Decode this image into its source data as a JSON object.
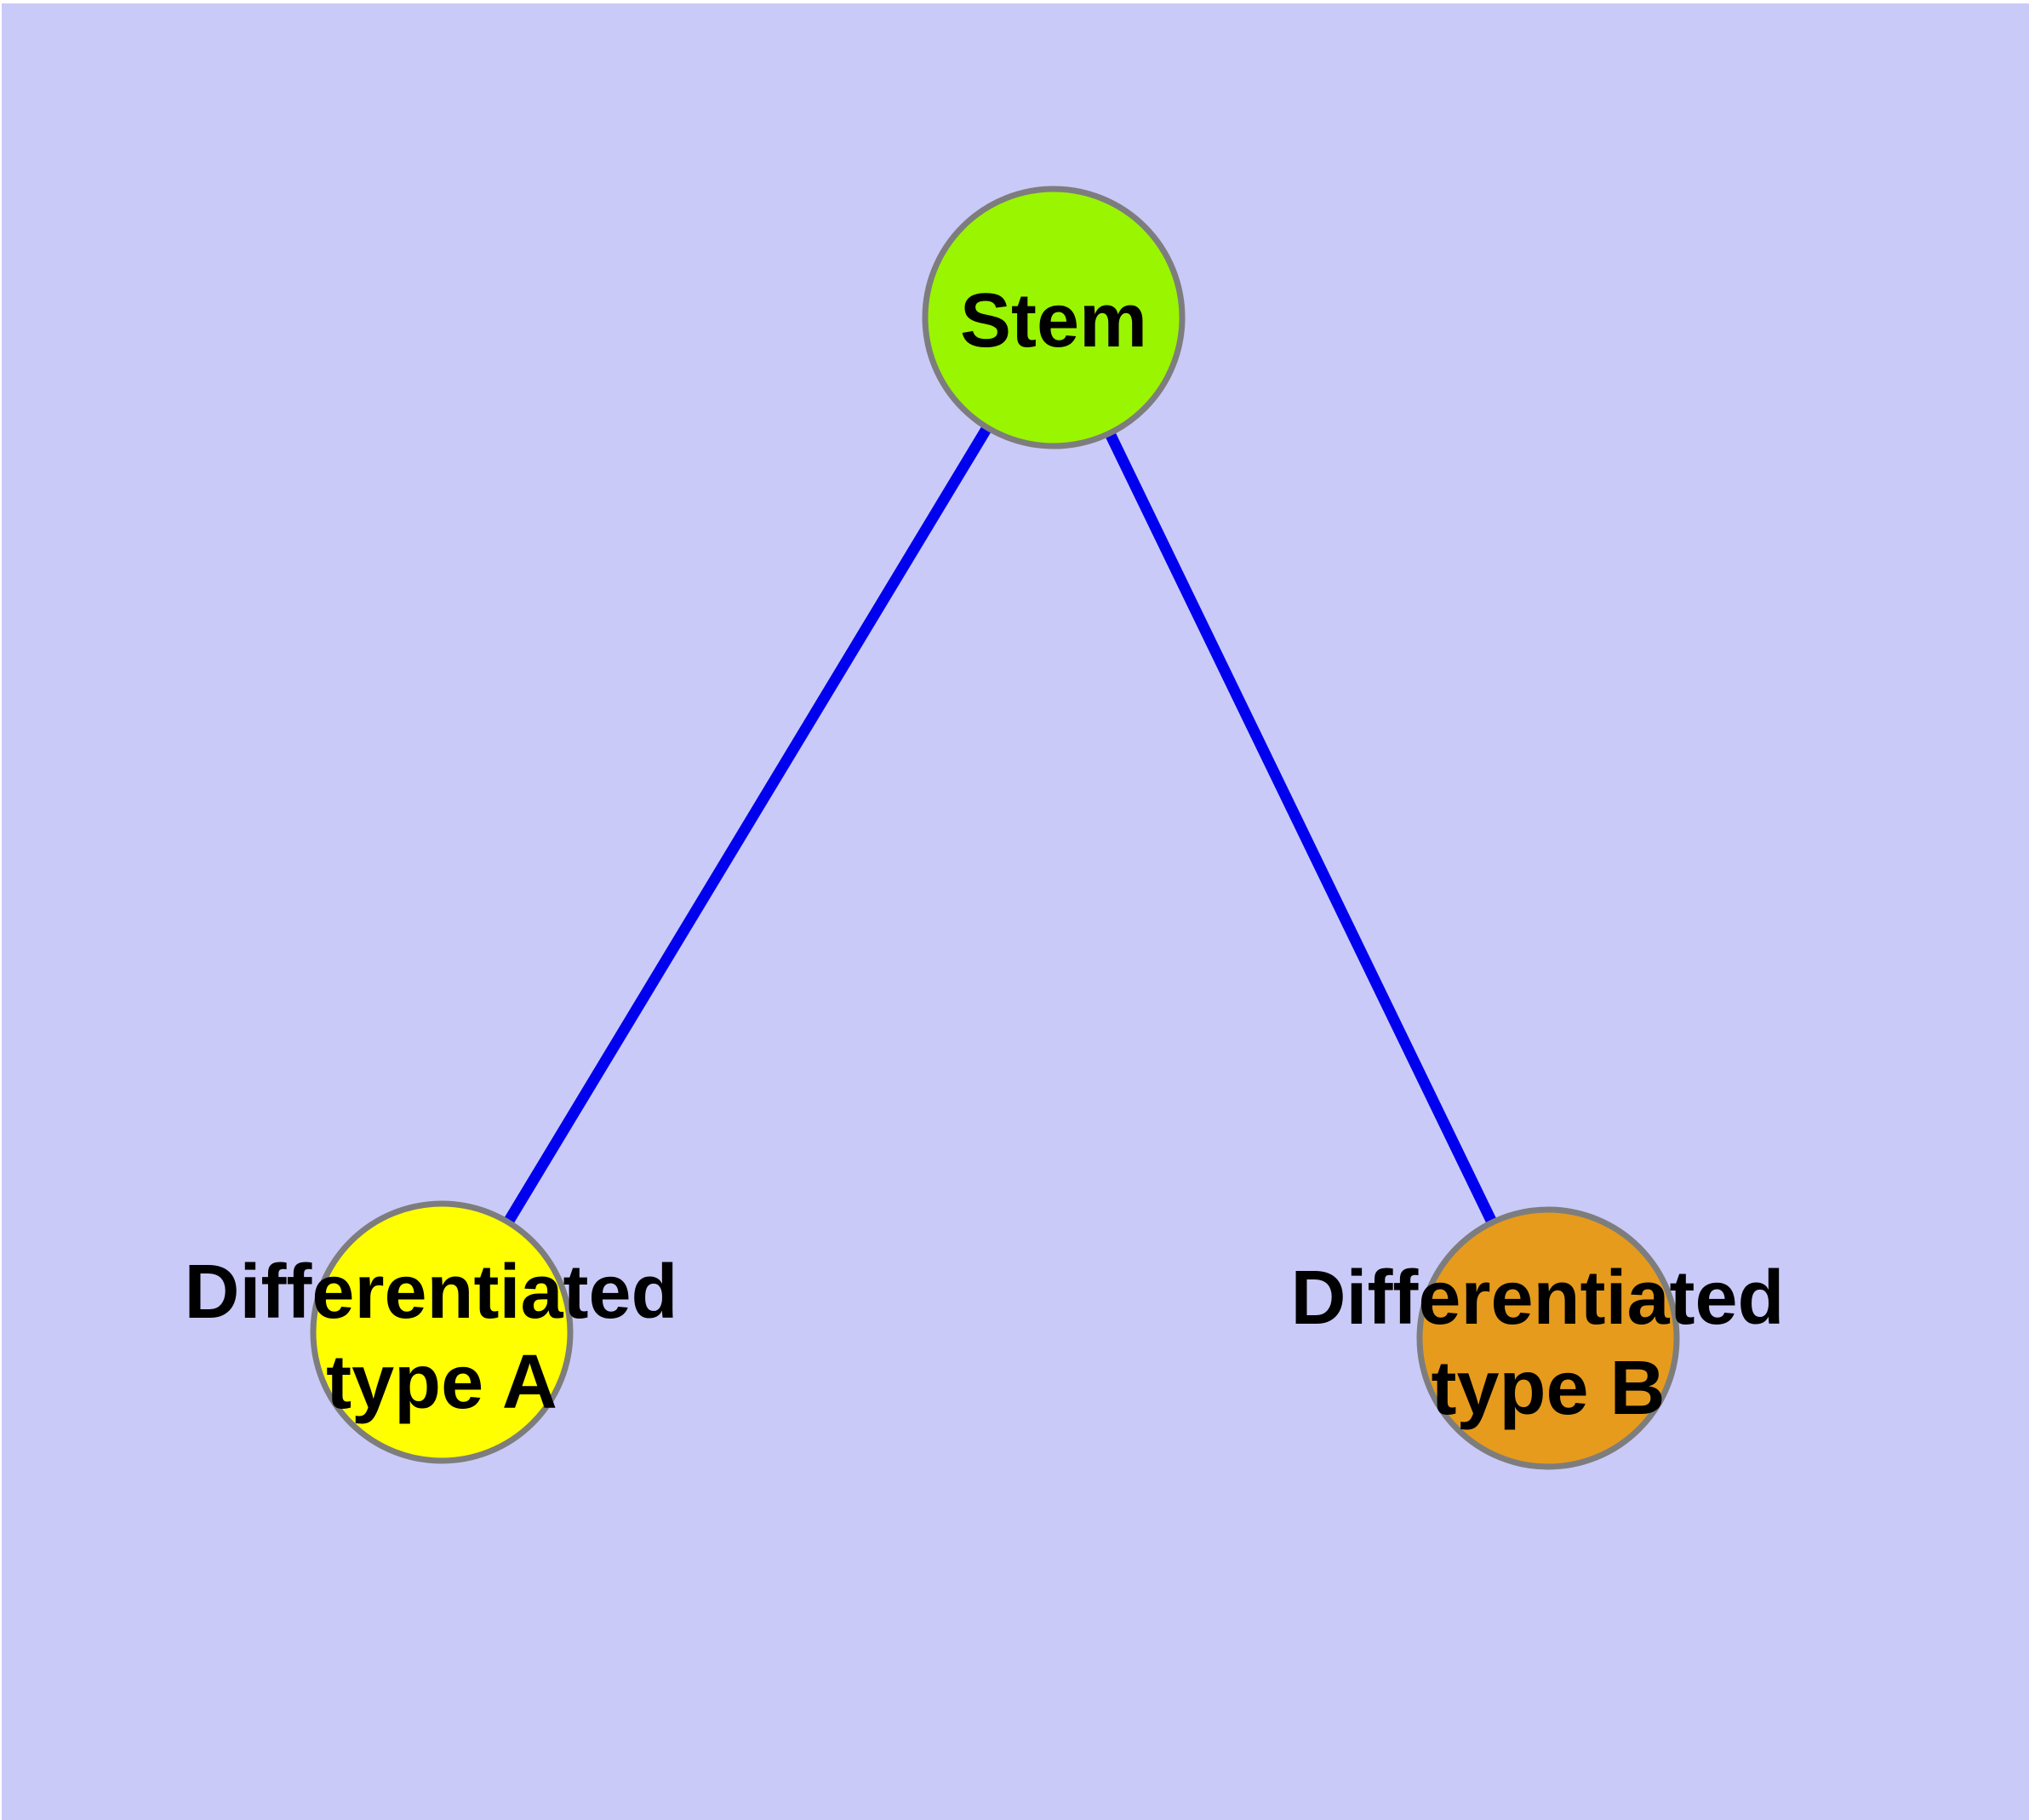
{
  "diagram": {
    "background_color": "#cacaf8",
    "top_margin_color": "#ffffff",
    "edge_color": "#0000ee",
    "node_border_color": "#7d7d7d",
    "text_color": "#000000",
    "nodes": {
      "stem": {
        "label": "Stem",
        "fill": "#9af500"
      },
      "type_a": {
        "label_line1": "Differentiated",
        "label_line2": "type A",
        "fill": "#ffff00"
      },
      "type_b": {
        "label_line1": "Differentiated",
        "label_line2": "type B",
        "fill": "#e69b1d"
      }
    },
    "edges": [
      {
        "from": "Stem",
        "to": "Differentiated type A"
      },
      {
        "from": "Stem",
        "to": "Differentiated type B"
      }
    ]
  }
}
